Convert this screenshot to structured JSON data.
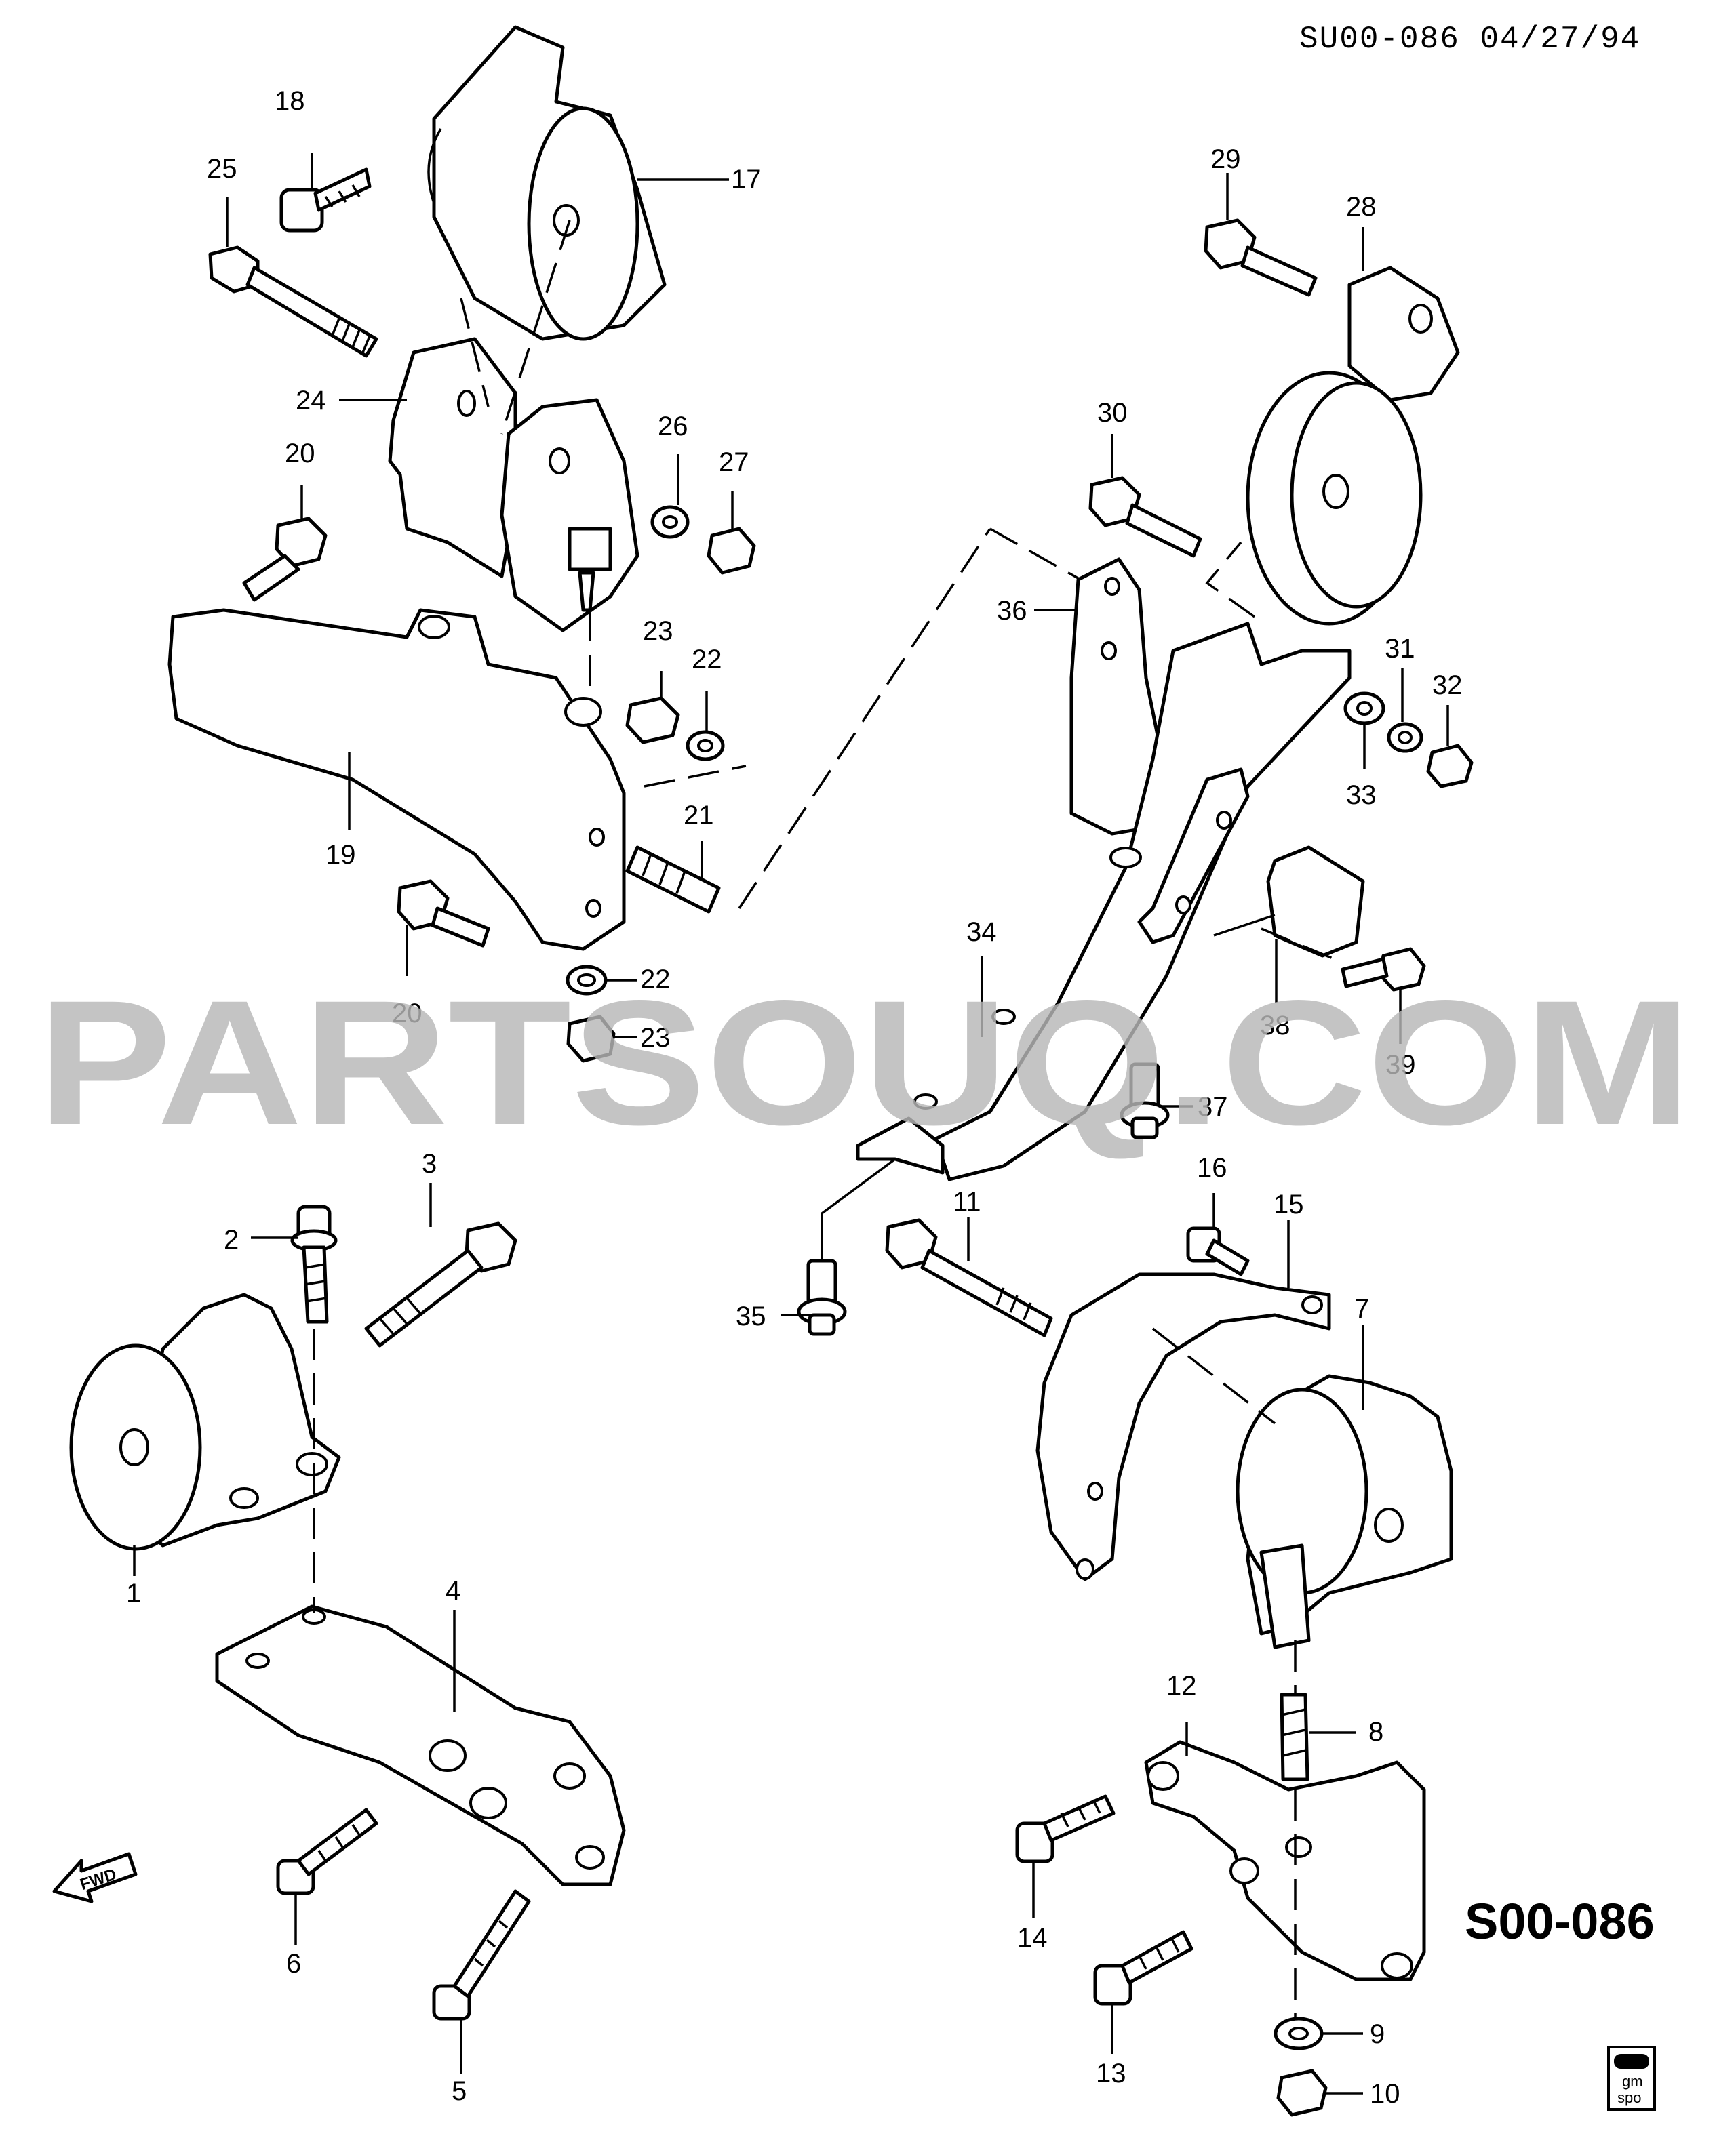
{
  "header": {
    "ref": "SU00-086 04/27/94"
  },
  "watermark": {
    "text": "PARTSOUQ.COM"
  },
  "diagram_code": {
    "text": "S00-086"
  },
  "fwd_arrow": {
    "label": "FWD"
  },
  "badge": {
    "line1": "gm",
    "line2": "spo"
  },
  "callouts": [
    {
      "id": "c1",
      "n": "1"
    },
    {
      "id": "c2",
      "n": "2"
    },
    {
      "id": "c3",
      "n": "3"
    },
    {
      "id": "c4",
      "n": "4"
    },
    {
      "id": "c5",
      "n": "5"
    },
    {
      "id": "c6",
      "n": "6"
    },
    {
      "id": "c7",
      "n": "7"
    },
    {
      "id": "c8",
      "n": "8"
    },
    {
      "id": "c9",
      "n": "9"
    },
    {
      "id": "c10",
      "n": "10"
    },
    {
      "id": "c11",
      "n": "11"
    },
    {
      "id": "c12",
      "n": "12"
    },
    {
      "id": "c13",
      "n": "13"
    },
    {
      "id": "c14",
      "n": "14"
    },
    {
      "id": "c15",
      "n": "15"
    },
    {
      "id": "c16",
      "n": "16"
    },
    {
      "id": "c17",
      "n": "17"
    },
    {
      "id": "c18",
      "n": "18"
    },
    {
      "id": "c19",
      "n": "19"
    },
    {
      "id": "c20a",
      "n": "20"
    },
    {
      "id": "c20b",
      "n": "20"
    },
    {
      "id": "c21",
      "n": "21"
    },
    {
      "id": "c22a",
      "n": "22"
    },
    {
      "id": "c22b",
      "n": "22"
    },
    {
      "id": "c23a",
      "n": "23"
    },
    {
      "id": "c23b",
      "n": "23"
    },
    {
      "id": "c24",
      "n": "24"
    },
    {
      "id": "c25",
      "n": "25"
    },
    {
      "id": "c26",
      "n": "26"
    },
    {
      "id": "c27",
      "n": "27"
    },
    {
      "id": "c28",
      "n": "28"
    },
    {
      "id": "c29",
      "n": "29"
    },
    {
      "id": "c30",
      "n": "30"
    },
    {
      "id": "c31",
      "n": "31"
    },
    {
      "id": "c32",
      "n": "32"
    },
    {
      "id": "c33",
      "n": "33"
    },
    {
      "id": "c34",
      "n": "34"
    },
    {
      "id": "c35",
      "n": "35"
    },
    {
      "id": "c36",
      "n": "36"
    },
    {
      "id": "c37",
      "n": "37"
    },
    {
      "id": "c38",
      "n": "38"
    },
    {
      "id": "c39",
      "n": "39"
    }
  ]
}
